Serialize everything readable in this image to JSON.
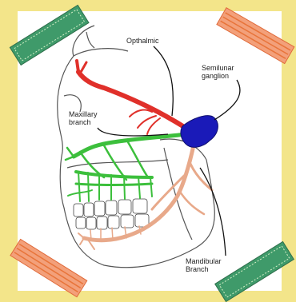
{
  "labels": {
    "ophthalmic": "Opthalmic",
    "semilunar": "Semilunar\nganglion",
    "maxillary": "Maxillary\nbranch",
    "mandibular": "Mandibular\nBranch"
  },
  "colors": {
    "background": "#f3e58a",
    "ophthalmic_nerve": "#e0302a",
    "maxillary_nerve": "#3cbf3c",
    "mandibular_nerve": "#e8a98a",
    "ganglion": "#1a1ab8",
    "tape_green": "#3f9a6a",
    "tape_orange": "#e8743a"
  }
}
